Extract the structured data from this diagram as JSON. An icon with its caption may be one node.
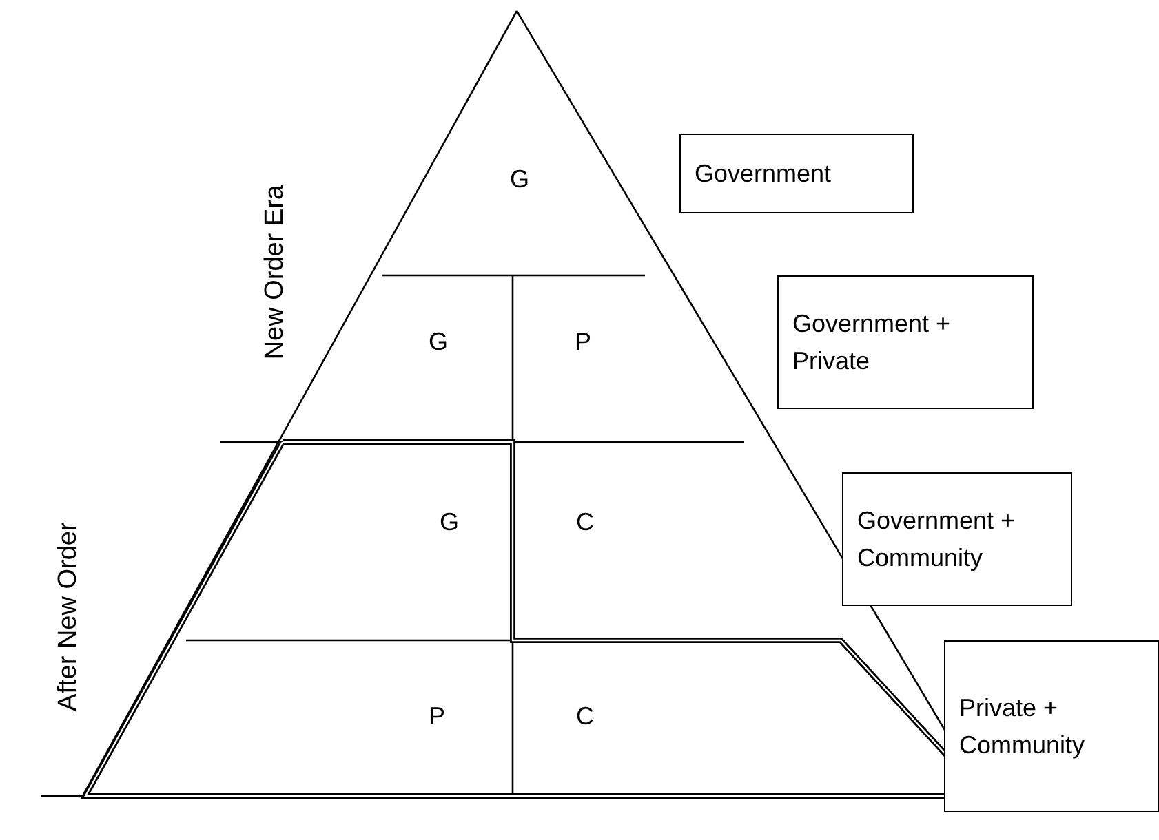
{
  "diagram": {
    "nodes": [
      {
        "text": [
          "G"
        ]
      },
      {
        "text": [
          "G"
        ]
      },
      {
        "text": [
          "P"
        ]
      },
      {
        "text": [
          "G"
        ]
      },
      {
        "text": [
          "C"
        ]
      },
      {
        "text": [
          "P"
        ]
      },
      {
        "text": [
          "C"
        ]
      },
      {
        "text": [
          "Government"
        ]
      },
      {
        "text": [
          "Government + Private"
        ]
      },
      {
        "text": [
          "Government + Community"
        ]
      },
      {
        "text": [
          "Private + Community"
        ]
      }
    ],
    "labels": [
      "New Order Era",
      "After New Order"
    ]
  }
}
